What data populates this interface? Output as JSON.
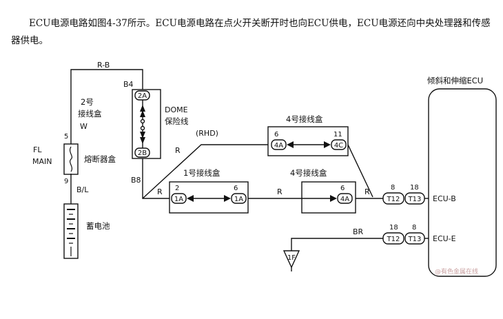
{
  "intro": "ECU电源电路如图4-37所示。ECU电源电路在点火开关断开时也向ECU供电，ECU电源还向中央处理器和传感器供电。",
  "labels": {
    "wire_rb": "R-B",
    "b4": "B4",
    "jb2_line1": "2号",
    "jb2_line2": "接线盒",
    "w": "W",
    "pin5": "5",
    "pin9": "9",
    "fl_line1": "FL",
    "fl_line2": "MAIN",
    "fuse_box": "熔断器盒",
    "bl": "B/L",
    "battery": "蓄电池",
    "dome_line1": "DOME",
    "dome_line2": "保险线",
    "c2a": "2A",
    "c2b": "2B",
    "b8": "B8",
    "rhd": "(RHD)",
    "r_upper": "R",
    "r_left": "R",
    "r_mid": "R",
    "r_right": "R",
    "jb4_top": "4号接线盒",
    "jb4_top_pin_l": "6",
    "jb4_top_pin_r": "11",
    "c4a_top": "4A",
    "c4c": "4C",
    "jb1": "1号接线盒",
    "jb1_pin_l": "2",
    "jb1_pin_r": "6",
    "c1a_l": "1A",
    "c1a_r": "1A",
    "jb4_bot": "4号接线盒",
    "jb4_bot_pin": "6",
    "c4a_bot": "4A",
    "pin8_a": "8",
    "pin18_a": "18",
    "t12_a": "T12",
    "t13_a": "T13",
    "ecu_b": "ECU-B",
    "br": "BR",
    "pin18_b": "18",
    "pin8_b": "8",
    "t12_b": "T12",
    "t13_b": "T13",
    "ecu_e": "ECU-E",
    "ground": "1F",
    "ecu_title": "倾斜和伸缩ECU",
    "watermark": "@有色金属在线"
  }
}
